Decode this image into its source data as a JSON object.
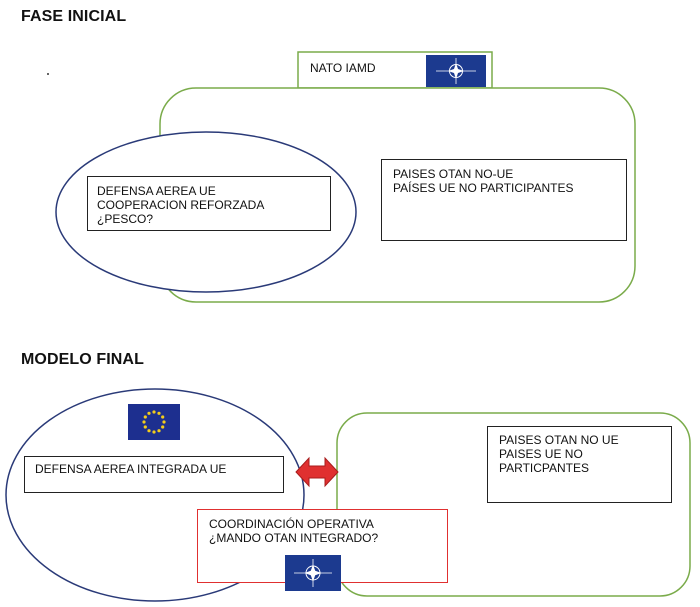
{
  "sections": {
    "initial": {
      "title": "FASE INICIAL",
      "nato_label": "NATO IAMD",
      "eu_box": "DEFENSA AEREA UE\nCOOPERACION REFORZADA\n¿PESCO?",
      "nato_box": "PAISES OTAN NO-UE\nPAÍSES UE NO PARTICIPANTES"
    },
    "final": {
      "title": "MODELO FINAL",
      "eu_box": "DEFENSA AEREA INTEGRADA UE",
      "nato_box": "PAISES OTAN NO UE\nPAISES UE NO\nPARTICPANTES",
      "coordination_box": "COORDINACIÓN OPERATIVA\n¿MANDO OTAN INTEGRADO?"
    }
  },
  "colors": {
    "green": "#7aab4a",
    "navy": "#2a3a78",
    "red": "#e03030",
    "nato_blue": "#1c3a8f",
    "eu_blue": "#1d2f8f",
    "eu_star": "#f2cc1b"
  },
  "icons": {
    "nato_flag": "nato-flag-icon",
    "eu_flag": "eu-flag-icon",
    "arrow": "double-arrow-icon"
  }
}
